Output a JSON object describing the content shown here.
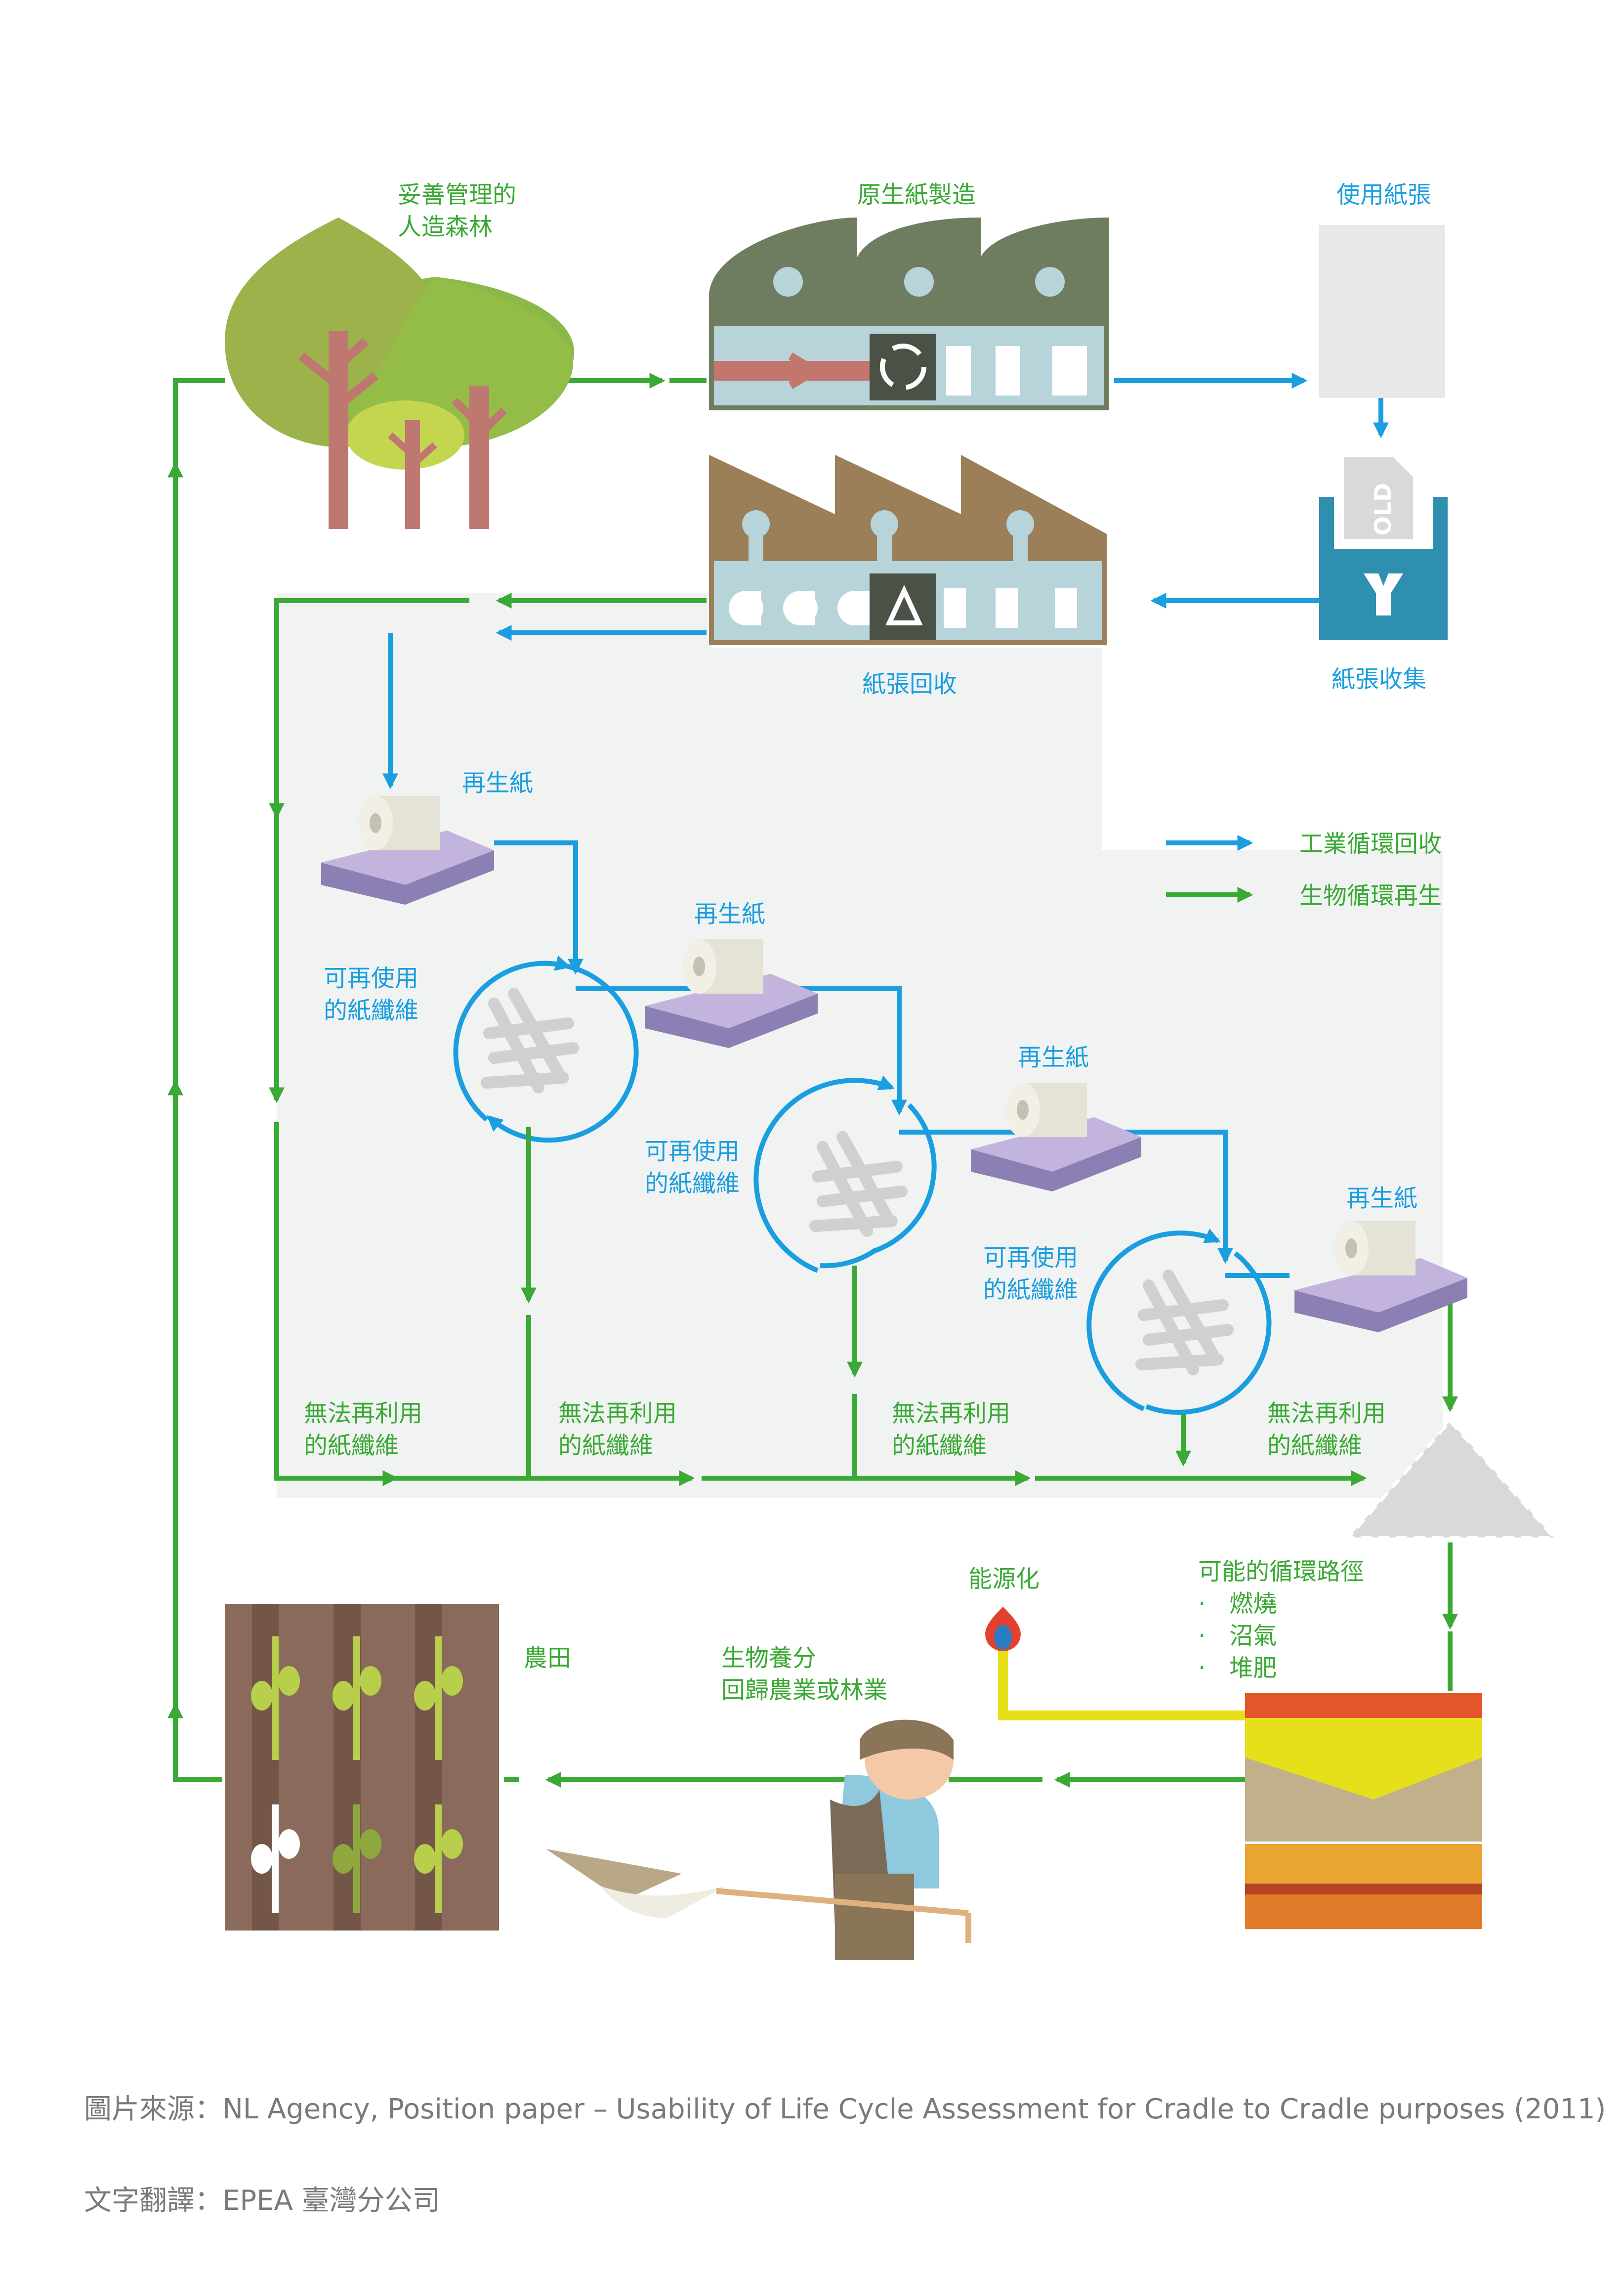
{
  "labels": {
    "forest_1": "妥善管理的",
    "forest_2": "人造森林",
    "virgin_paper": "原生紙製造",
    "used_paper": "使用紙張",
    "old_tag": "OLD",
    "collection": "紙張收集",
    "recycling": "紙張回收",
    "recycled_paper": "再生紙",
    "reusable_1": "可再使用",
    "reusable_2": "的紙纖維",
    "unusable_1": "無法再利用",
    "unusable_2": "的紙纖維",
    "possible_paths": "可能的循環路徑",
    "path_items": [
      "·　燃燒",
      "·　沼氣",
      "·　堆肥"
    ],
    "energy": "能源化",
    "farmland": "農田",
    "nutrients_1": "生物養分",
    "nutrients_2": "回歸農業或林業"
  },
  "legend": {
    "industrial": "工業循環回收",
    "biological": "生物循環再生"
  },
  "footer": {
    "source": "圖片來源：NL Agency, Position paper – Usability of Life Cycle Assessment for Cradle to Cradle purposes (2011)",
    "translation": "文字翻譯：EPEA 臺灣分公司"
  },
  "colors": {
    "technical_cycle": "#1a9ee0",
    "biological_cycle": "#3aa935",
    "background_panel": "#f1f3f2"
  }
}
